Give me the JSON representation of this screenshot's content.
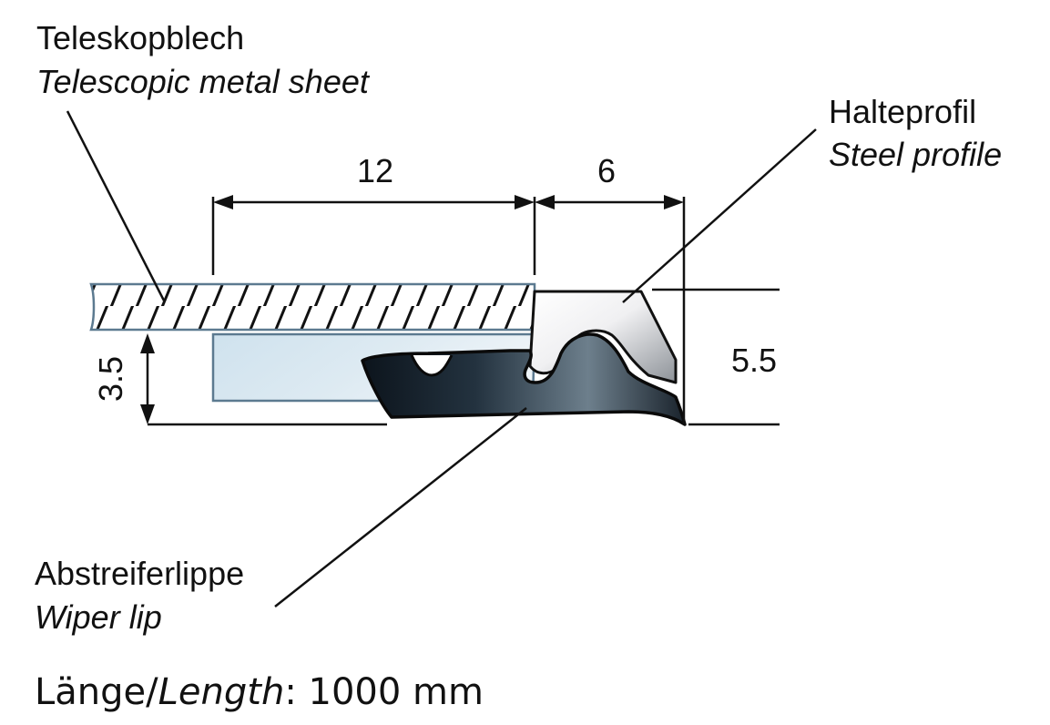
{
  "labels": {
    "telescopic": {
      "de": "Teleskopblech",
      "en": "Telescopic metal sheet"
    },
    "steel": {
      "de": "Halteprofil",
      "en": "Steel profile"
    },
    "wiper": {
      "de": "Abstreiferlippe",
      "en": "Wiper lip"
    }
  },
  "dimensions": {
    "width_sheet": "12",
    "width_profile": "6",
    "height_lip": "3.5",
    "height_total": "5.5"
  },
  "footer": {
    "de": "Länge",
    "sep": "/",
    "en": "Length",
    "value": ": 1000 mm"
  }
}
